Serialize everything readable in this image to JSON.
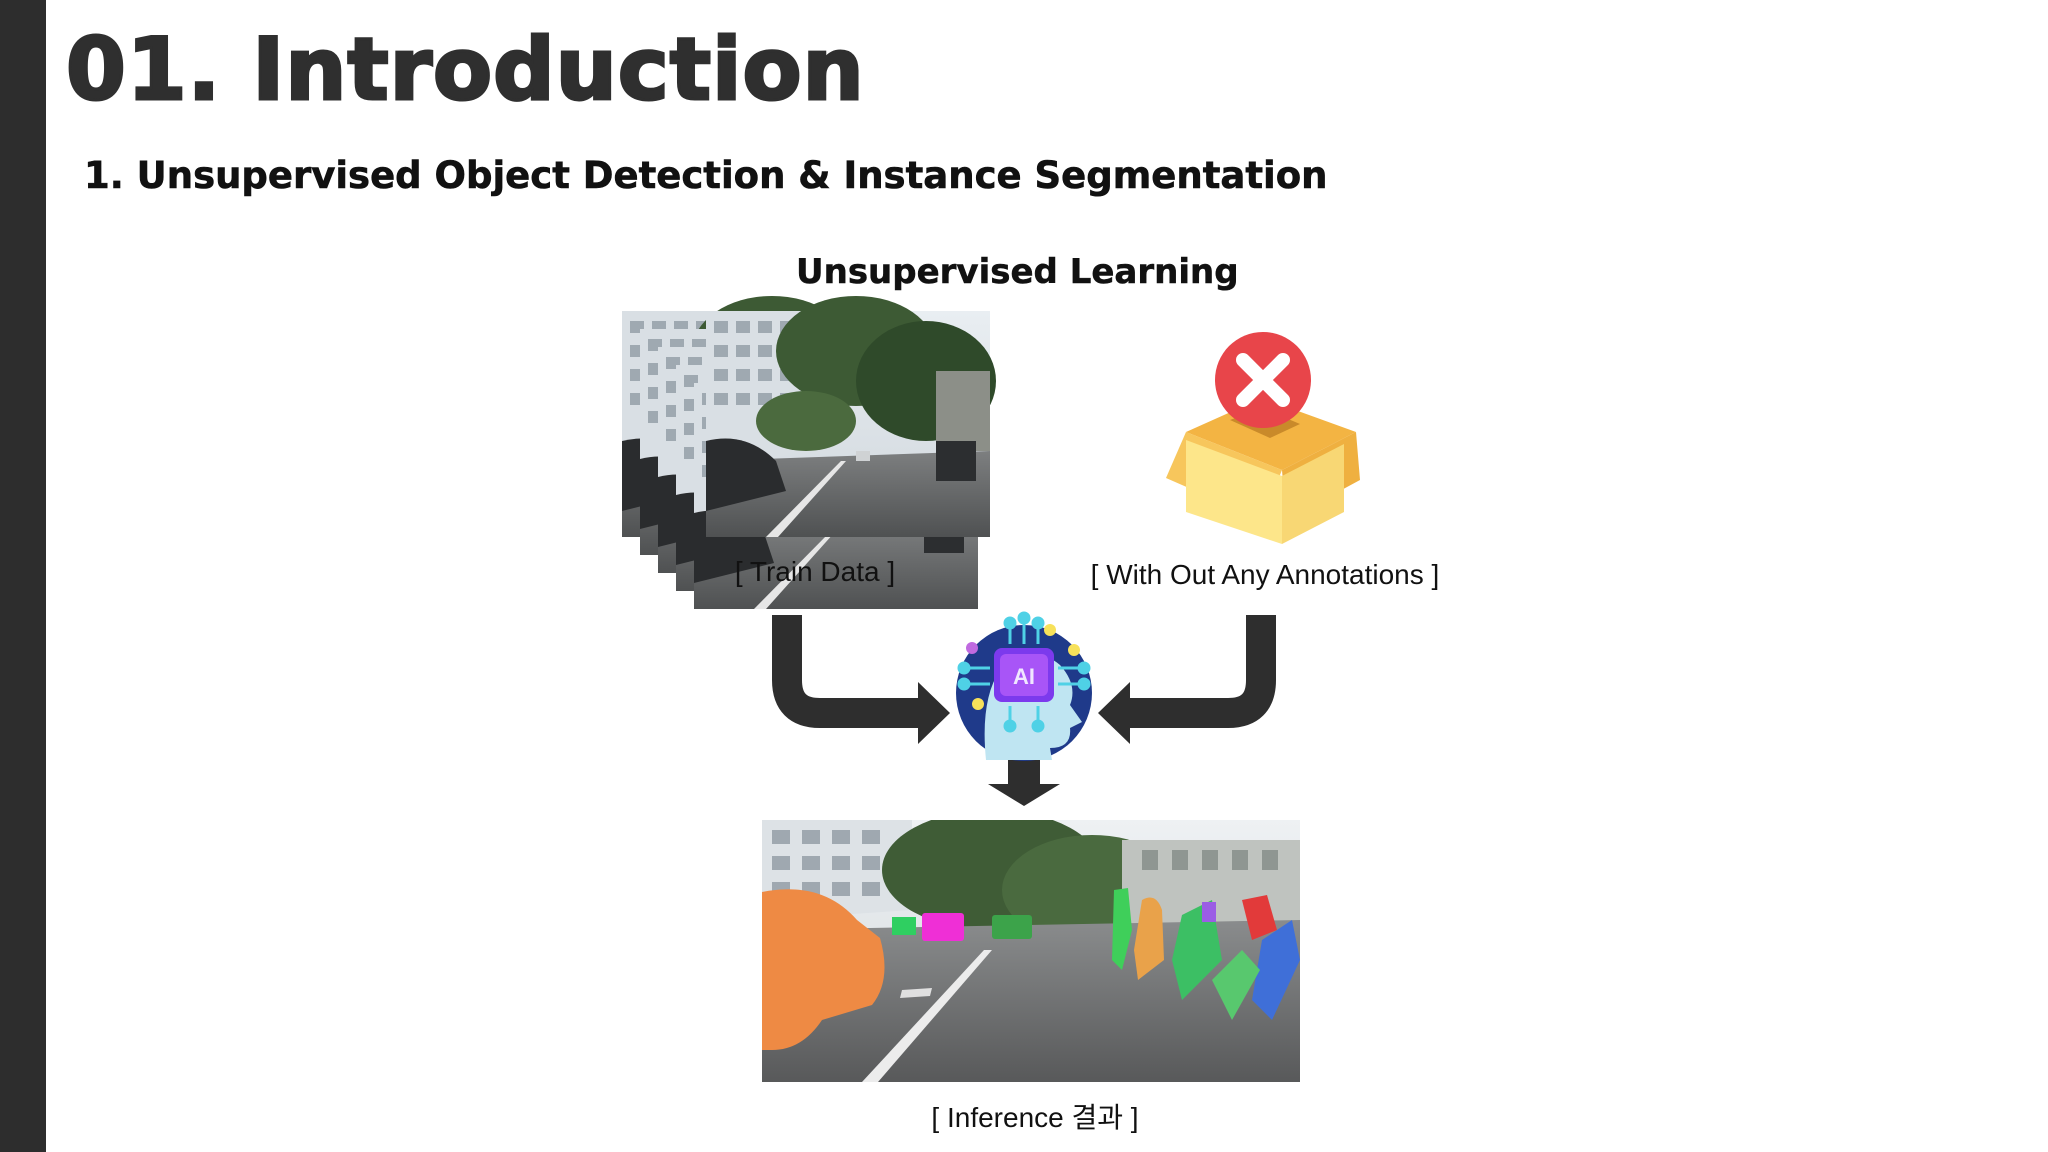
{
  "slide": {
    "title": "01. Introduction",
    "subtitle": "1. Unsupervised Object Detection & Instance Segmentation",
    "diagram_heading": "Unsupervised Learning"
  },
  "captions": {
    "train_data": "[ Train Data ]",
    "annotations": "[ With Out Any Annotations ]",
    "inference": "[ Inference 결과 ]"
  },
  "icons": {
    "no_label_box": "box-with-x-icon",
    "ai_head": "ai-brain-head-icon",
    "ai_chip_text": "AI"
  },
  "colors": {
    "left_bar": "#2d2d2d",
    "arrow": "#2e2e2e",
    "x_badge": "#e8454a",
    "box": "#f5c85a",
    "seg_car": "#ee8a44",
    "seg_vehicle": "#ef2fd6",
    "seg_green": "#3fcf5a",
    "seg_blue": "#3f6fd8",
    "seg_red": "#e23a3a"
  }
}
